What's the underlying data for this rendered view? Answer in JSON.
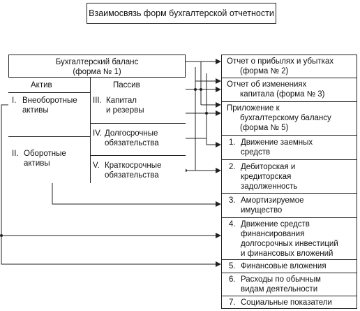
{
  "title": "Взаимосвязь форм бухгалтерской отчетности",
  "balance": {
    "title_line1": "Бухгалтерский баланс",
    "title_line2": "(форма № 1)",
    "asset_header": "Актив",
    "liability_header": "Пассив",
    "assets": [
      {
        "num": "I.",
        "line1": "Внеоборотные",
        "line2": "активы"
      },
      {
        "num": "II.",
        "line1": "Оборотные",
        "line2": "активы"
      }
    ],
    "liabilities": [
      {
        "num": "III.",
        "line1": "Капитал",
        "line2": "и резервы"
      },
      {
        "num": "IV.",
        "line1": "Долгосрочные",
        "line2": "обязательства"
      },
      {
        "num": "V.",
        "line1": "Краткосрочные",
        "line2": "обязательства"
      }
    ]
  },
  "reports": [
    {
      "lines": [
        "Отчет о прибылях и убытках",
        "(форма № 2)"
      ]
    },
    {
      "lines": [
        "Отчет об изменениях",
        "капитала (форма № 3)"
      ]
    },
    {
      "lines": [
        "Приложение к",
        "бухгалтерскому балансу",
        "(форма № 5)"
      ]
    }
  ],
  "appendix_items": [
    {
      "num": "1.",
      "lines": [
        "Движение заемных",
        "средств"
      ]
    },
    {
      "num": "2.",
      "lines": [
        "Дебиторская и",
        "кредиторская",
        "задолженность"
      ]
    },
    {
      "num": "3.",
      "lines": [
        "Амортизируемое",
        "имущество"
      ]
    },
    {
      "num": "4.",
      "lines": [
        "Движение средств",
        "финансирования",
        "долгосрочных инвестиций",
        "и финансовых вложений"
      ]
    },
    {
      "num": "5.",
      "lines": [
        "Финансовые вложения"
      ]
    },
    {
      "num": "6.",
      "lines": [
        "Расходы по обычным",
        "видам деятельности"
      ]
    },
    {
      "num": "7.",
      "lines": [
        "Социальные показатели"
      ]
    }
  ]
}
